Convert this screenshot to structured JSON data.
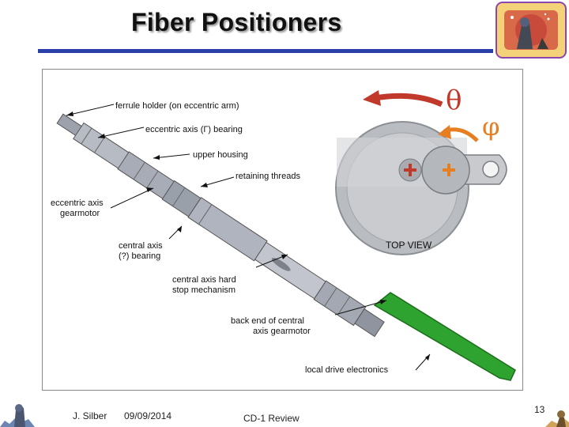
{
  "slide": {
    "title": "Fiber Positioners",
    "page_number": "13"
  },
  "figure": {
    "labels": {
      "ferrule_holder": "ferrule holder (on eccentric arm)",
      "eccentric_bearing": "eccentric axis (Γ) bearing",
      "upper_housing": "upper housing",
      "retaining_threads": "retaining threads",
      "eccentric_gearmotor_1": "eccentric axis",
      "eccentric_gearmotor_2": "gearmotor",
      "central_bearing_1": "central axis",
      "central_bearing_2": "(?) bearing",
      "hardstop_1": "central axis hard",
      "hardstop_2": "stop mechanism",
      "backend_1": "back end of central",
      "backend_2": "axis gearmotor",
      "drive_electronics": "local drive electronics",
      "top_view": "TOP VIEW",
      "theta": "θ",
      "phi": "φ"
    },
    "colors": {
      "theta_arrow": "#c0392b",
      "phi_arrow": "#e67e22",
      "electronics_board": "#2fa32f",
      "body": "#a9adb8",
      "rule": "#2b3fa8"
    }
  },
  "footer": {
    "author": "J. Silber",
    "date": "09/09/2014",
    "event": "CD-1 Review"
  }
}
